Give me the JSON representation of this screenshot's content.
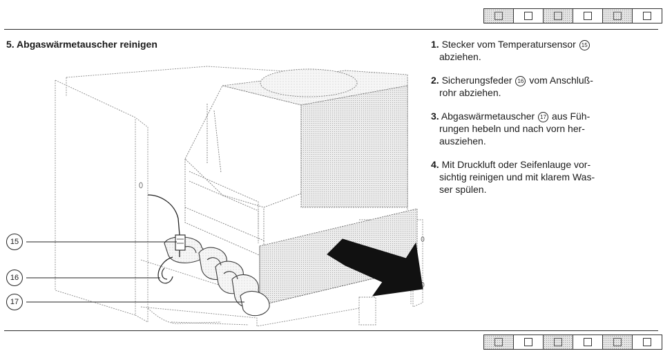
{
  "section": {
    "title": "5. Abgaswärmetauscher reinigen"
  },
  "steps": [
    {
      "num": "1.",
      "lines": [
        "Stecker vom Temperatursensor",
        "abziehen."
      ],
      "ref": "15",
      "ref_after_line": 0
    },
    {
      "num": "2.",
      "lines": [
        "Sicherungsfeder",
        "vom Anschluß-",
        "rohr abziehen."
      ],
      "ref": "16",
      "ref_after_part": 0
    },
    {
      "num": "3.",
      "lines": [
        "Abgaswärmetauscher",
        "aus Füh-",
        "rungen hebeln und nach vorn her-",
        "ausziehen."
      ],
      "ref": "17",
      "ref_after_part": 0
    },
    {
      "num": "4.",
      "lines": [
        "Mit Druckluft oder Seifenlauge vor-",
        "sichtig reinigen und mit klarem Was-",
        "ser spülen."
      ]
    }
  ],
  "callouts": [
    "15",
    "16",
    "17"
  ],
  "tab_strip": {
    "top": [
      true,
      false,
      true,
      false,
      true,
      false
    ],
    "bottom": [
      true,
      false,
      true,
      false,
      true,
      false
    ]
  }
}
